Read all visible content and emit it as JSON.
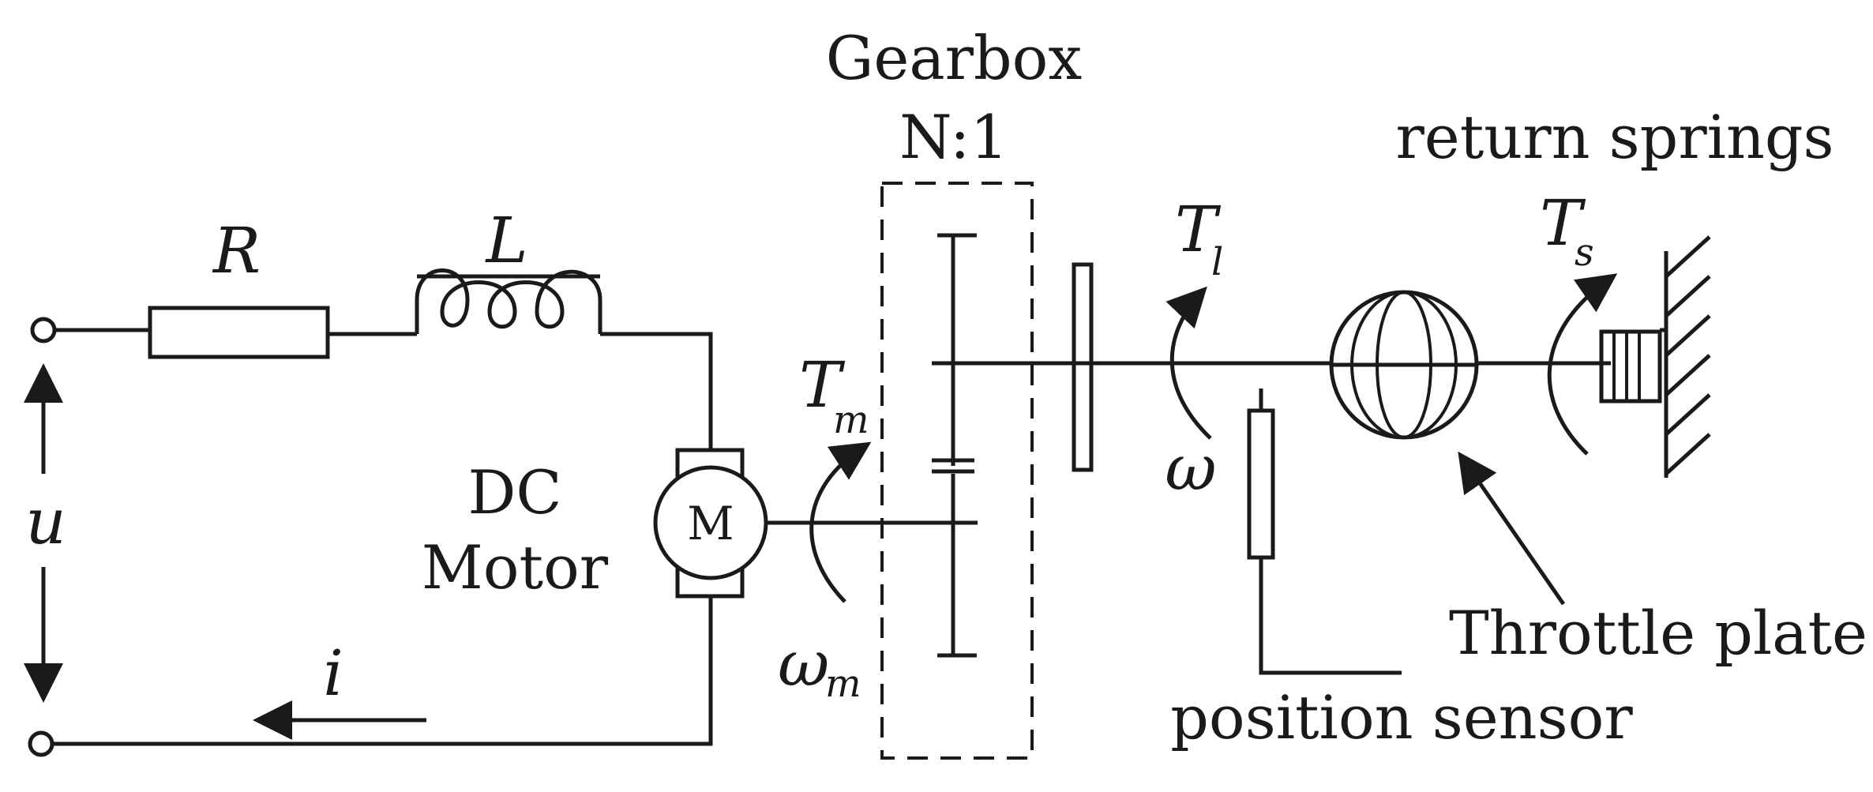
{
  "labels": {
    "gearbox": "Gearbox",
    "ratio": "N:1",
    "return_springs": "return springs",
    "dc": "DC",
    "motor": "Motor",
    "motor_symbol": "M",
    "throttle_plate": "Throttle plate",
    "position_sensor": "position sensor"
  },
  "symbols": {
    "resistor": "R",
    "inductor": "L",
    "voltage": "u",
    "current": "i",
    "motor_torque": "T",
    "motor_torque_sub": "m",
    "motor_speed": "ω",
    "motor_speed_sub": "m",
    "load_torque": "T",
    "load_torque_sub": "l",
    "load_speed": "ω",
    "spring_torque": "T",
    "spring_torque_sub": "s"
  },
  "colors": {
    "ink": "#1a1a1a",
    "background": "#ffffff"
  }
}
